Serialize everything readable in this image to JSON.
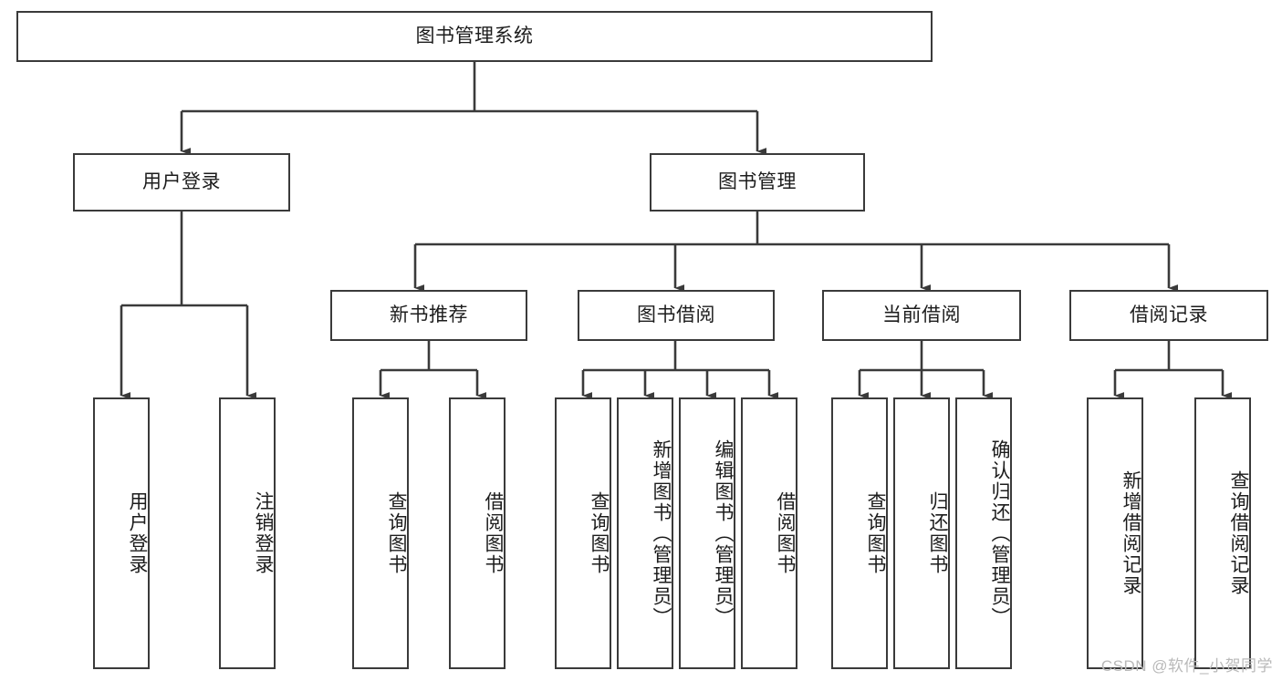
{
  "diagram": {
    "title": "图书管理系统",
    "type": "tree-hierarchy",
    "root": {
      "label": "图书管理系统"
    },
    "level2": [
      {
        "label": "用户登录"
      },
      {
        "label": "图书管理"
      }
    ],
    "level3": [
      {
        "label": "新书推荐"
      },
      {
        "label": "图书借阅"
      },
      {
        "label": "当前借阅"
      },
      {
        "label": "借阅记录"
      }
    ],
    "leaves_user_login": [
      {
        "label": "用户登录"
      },
      {
        "label": "注销登录"
      }
    ],
    "leaves_new_book": [
      {
        "label": "查询图书"
      },
      {
        "label": "借阅图书"
      }
    ],
    "leaves_borrow": [
      {
        "label": "查询图书"
      },
      {
        "label": "新增图书（管理员）"
      },
      {
        "label": "编辑图书（管理员）"
      },
      {
        "label": "借阅图书"
      }
    ],
    "leaves_current": [
      {
        "label": "查询图书"
      },
      {
        "label": "归还图书"
      },
      {
        "label": "确认归还（管理员）"
      }
    ],
    "leaves_record": [
      {
        "label": "新增借阅记录"
      },
      {
        "label": "查询借阅记录"
      }
    ]
  },
  "watermark": {
    "text": "CSDN @软件_小贺同学"
  },
  "colors": {
    "stroke": "#3a3a3a",
    "text": "#1c1c1c",
    "background": "#ffffff",
    "watermark": "#b9b9b9"
  }
}
